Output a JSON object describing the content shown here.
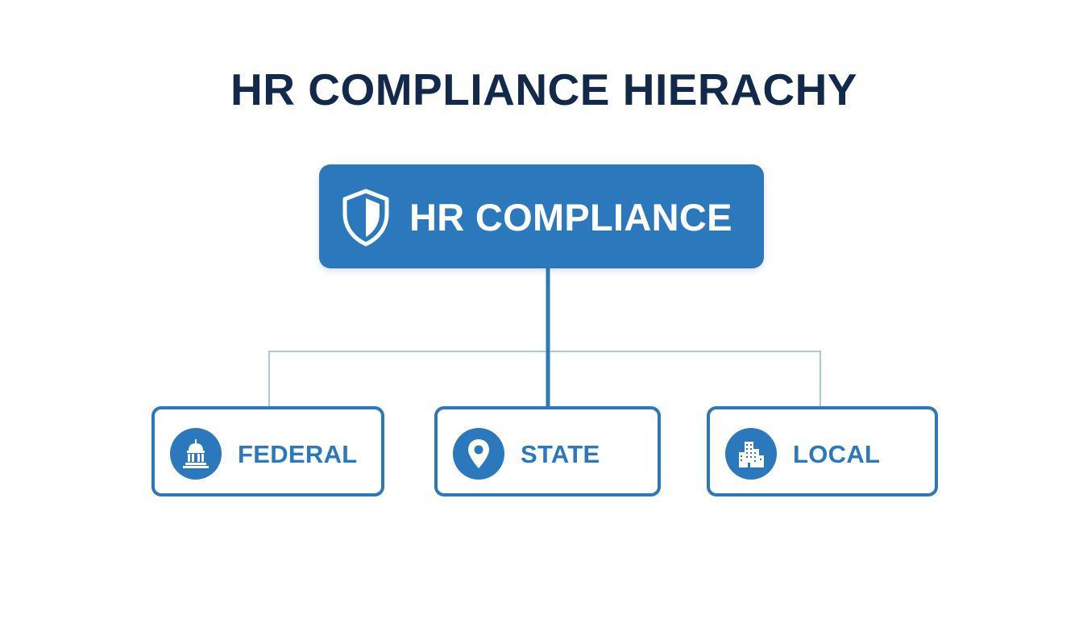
{
  "title": "HR COMPLIANCE HIERACHY",
  "root": {
    "label": "HR COMPLIANCE",
    "icon": "shield-icon"
  },
  "children": [
    {
      "label": "FEDERAL",
      "icon": "capitol-building-icon"
    },
    {
      "label": "STATE",
      "icon": "location-pin-icon"
    },
    {
      "label": "LOCAL",
      "icon": "city-buildings-icon"
    }
  ],
  "colors": {
    "primary": "#2b78bd",
    "title": "#13294b",
    "connector_light": "#a9cbe6",
    "background": "#ffffff"
  }
}
